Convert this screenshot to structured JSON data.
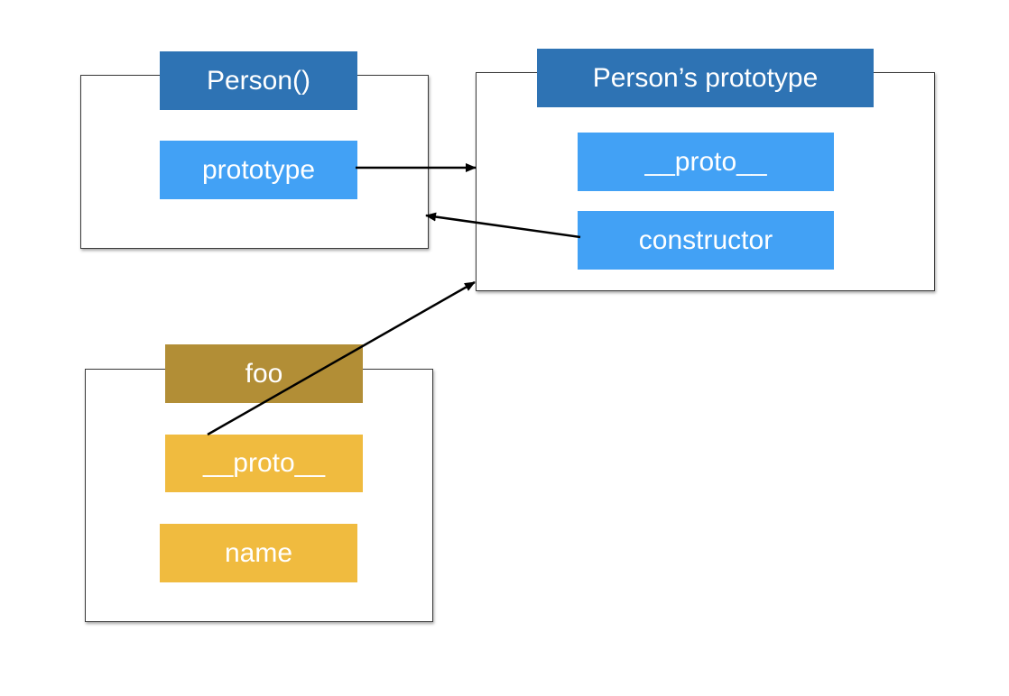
{
  "colors": {
    "header_dark_blue": "#2e73b4",
    "field_light_blue": "#42a1f5",
    "header_dark_gold": "#b28e36",
    "field_gold": "#f0bb3f",
    "arrow": "#000000",
    "frame_border": "#3a3a3a"
  },
  "person_function": {
    "title": "Person()",
    "fields": [
      "prototype"
    ]
  },
  "person_prototype": {
    "title": "Person’s prototype",
    "fields": [
      "__proto__",
      "constructor"
    ]
  },
  "foo_instance": {
    "title": "foo",
    "fields": [
      "__proto__",
      "name"
    ]
  },
  "relations": [
    {
      "from": "person_function.prototype",
      "to": "person_prototype"
    },
    {
      "from": "person_prototype.constructor",
      "to": "person_function"
    },
    {
      "from": "foo_instance.__proto__",
      "to": "person_prototype"
    }
  ]
}
